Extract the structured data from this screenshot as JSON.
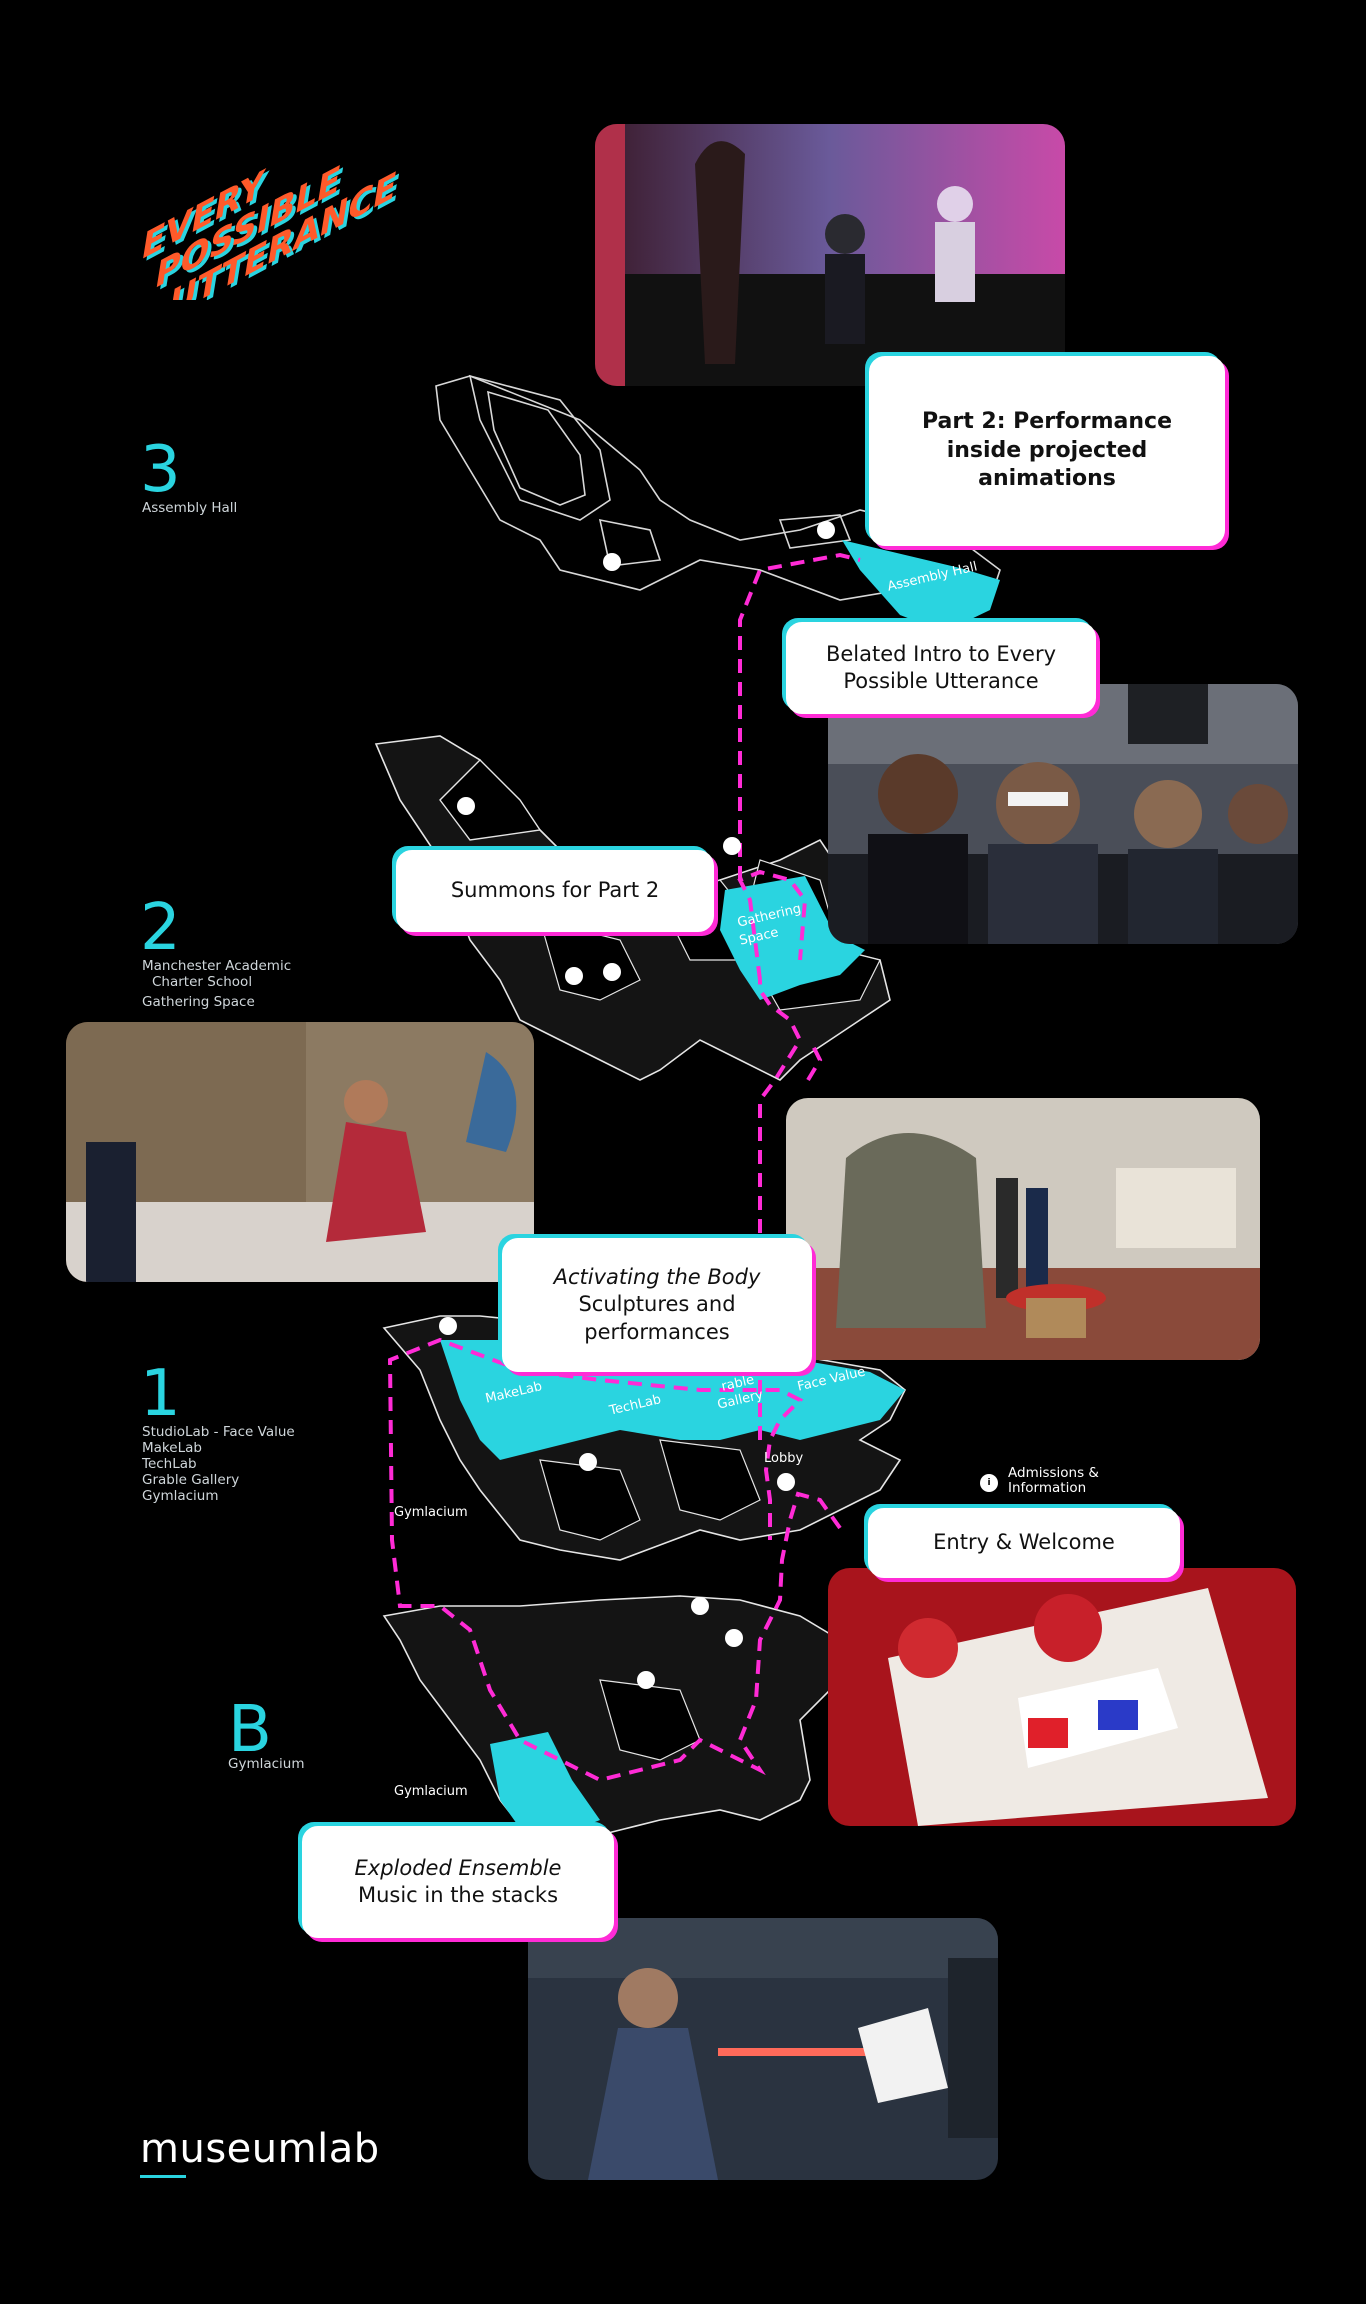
{
  "event_logo": {
    "lines": [
      "EVERY",
      "POSSIBLE",
      "UTTERANCE"
    ]
  },
  "brand": {
    "name_part1": "museum",
    "name_part2": "lab"
  },
  "levels": [
    {
      "number": "3",
      "areas": [
        "Assembly Hall"
      ]
    },
    {
      "number": "2",
      "areas": [
        "Manchester Academic",
        "Charter School",
        "Gathering Space"
      ]
    },
    {
      "number": "1",
      "areas": [
        "StudioLab - Face Value",
        "MakeLab",
        "TechLab",
        "Grable Gallery",
        "Gymlacium"
      ]
    },
    {
      "number": "B",
      "areas": [
        "Gymlacium"
      ]
    }
  ],
  "map_labels": {
    "assembly_hall": "Assembly Hall",
    "gathering_space_1": "Gathering",
    "gathering_space_2": "Space",
    "makelab": "MakeLab",
    "techlab": "TechLab",
    "grable_gallery_1": "rable",
    "grable_gallery_2": "Gallery",
    "face_value": "Face Value",
    "lobby": "Lobby",
    "gymlacium_1": "Gymlacium",
    "gymlacium_b": "Gymlacium",
    "admissions_1": "Admissions &",
    "admissions_2": "Information"
  },
  "callouts": {
    "part2": [
      "Part 2: Performance",
      "inside projected",
      "animations"
    ],
    "belated_intro": [
      "Belated Intro to Every",
      "Possible Utterance"
    ],
    "summons": [
      "Summons for Part 2"
    ],
    "activating": {
      "title": "Activating the Body",
      "lines": [
        "Sculptures and",
        "performances"
      ]
    },
    "entry": [
      "Entry & Welcome"
    ],
    "exploded": {
      "title": "Exploded Ensemble",
      "lines": [
        "Music in the stacks"
      ]
    }
  },
  "colors": {
    "accent_cyan": "#2ad4e0",
    "path_magenta": "#ff2bd6",
    "background": "#000000"
  }
}
